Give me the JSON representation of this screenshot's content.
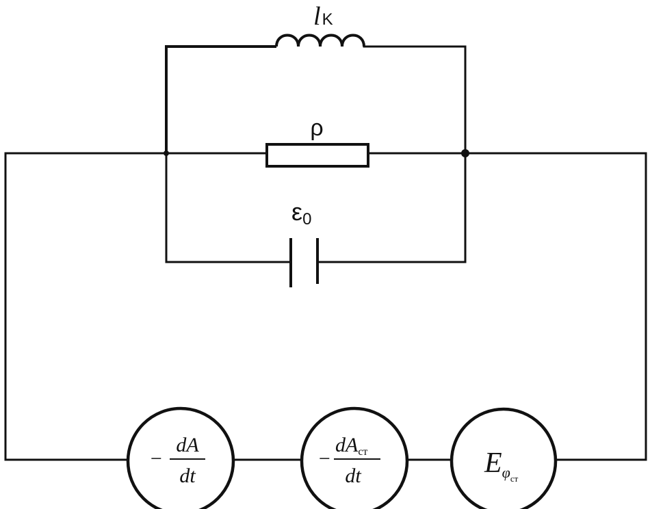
{
  "components": {
    "inductor": {
      "symbol": "l",
      "subscript": "K"
    },
    "resistor": {
      "symbol": "ρ"
    },
    "capacitor": {
      "symbol": "ε",
      "subscript": "0"
    },
    "source_1": {
      "sign": "−",
      "numerator": "dA",
      "denominator": "dt"
    },
    "source_2": {
      "sign": "−",
      "numerator": "dA",
      "numerator_subscript": "ст",
      "denominator": "dt"
    },
    "source_3": {
      "symbol": "E",
      "subscript": "φ",
      "sub_subscript": "ст"
    }
  }
}
